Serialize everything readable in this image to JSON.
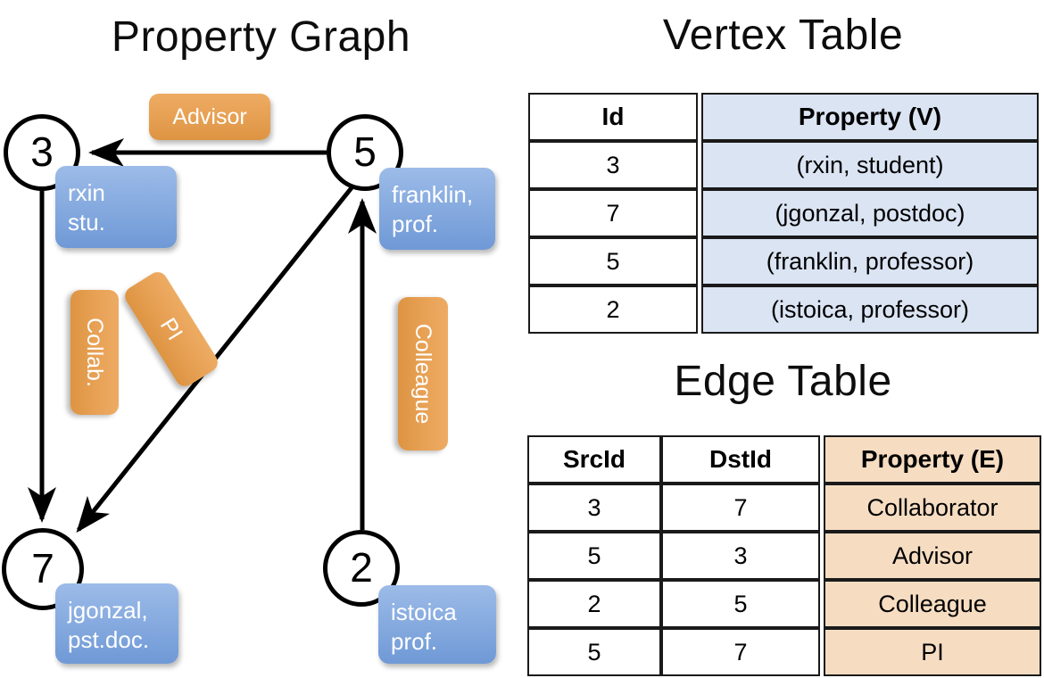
{
  "titles": {
    "property_graph": "Property Graph",
    "vertex_table": "Vertex Table",
    "edge_table": "Edge Table"
  },
  "graph": {
    "nodes": [
      {
        "id": "3",
        "property_label": "rxin\nstu."
      },
      {
        "id": "5",
        "property_label": "franklin,\nprof."
      },
      {
        "id": "7",
        "property_label": "jgonzal,\npst.doc."
      },
      {
        "id": "2",
        "property_label": "istoica\nprof."
      }
    ],
    "node_3_line1": "rxin",
    "node_3_line2": "stu.",
    "node_5_line1": "franklin,",
    "node_5_line2": "prof.",
    "node_7_line1": "jgonzal,",
    "node_7_line2": "pst.doc.",
    "node_2_line1": "istoica",
    "node_2_line2": "prof.",
    "edge_labels": {
      "advisor": "Advisor",
      "collab": "Collab.",
      "pi": "PI",
      "colleague": "Colleague"
    },
    "edges": [
      {
        "from": "5",
        "to": "3",
        "label": "Advisor"
      },
      {
        "from": "3",
        "to": "7",
        "label": "Collab."
      },
      {
        "from": "5",
        "to": "7",
        "label": "PI"
      },
      {
        "from": "2",
        "to": "5",
        "label": "Colleague"
      }
    ]
  },
  "vertex_table": {
    "headers": [
      "Id",
      "Property (V)"
    ],
    "rows": [
      {
        "id": "3",
        "property": "(rxin, student)"
      },
      {
        "id": "7",
        "property": "(jgonzal, postdoc)"
      },
      {
        "id": "5",
        "property": "(franklin, professor)"
      },
      {
        "id": "2",
        "property": "(istoica, professor)"
      }
    ]
  },
  "edge_table": {
    "headers": [
      "SrcId",
      "DstId",
      "Property (E)"
    ],
    "rows": [
      {
        "src": "3",
        "dst": "7",
        "property": "Collaborator"
      },
      {
        "src": "5",
        "dst": "3",
        "property": "Advisor"
      },
      {
        "src": "2",
        "dst": "5",
        "property": "Colleague"
      },
      {
        "src": "5",
        "dst": "7",
        "property": "PI"
      }
    ]
  },
  "colors": {
    "vertex_property_fill": "#dbe4f3",
    "edge_property_fill": "#f6ddc2",
    "node_box_blue": "#88ace0",
    "edge_label_orange": "#e8a256",
    "stroke": "#000000"
  }
}
